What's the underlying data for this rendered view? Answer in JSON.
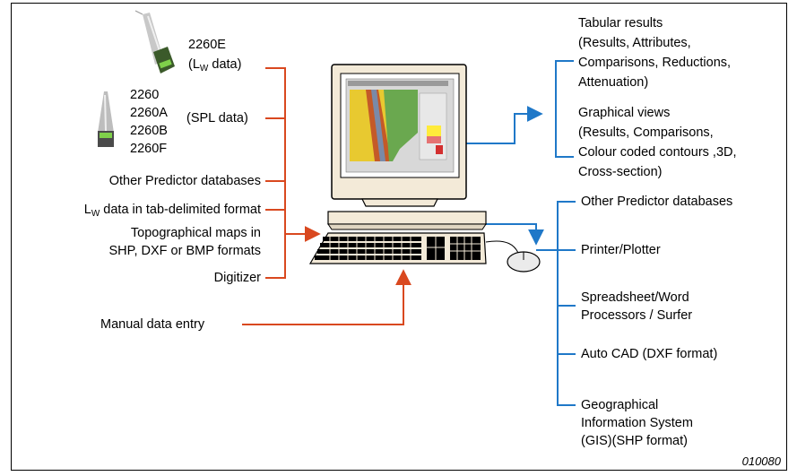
{
  "colors": {
    "input_line": "#d9481f",
    "output_line": "#1f78c8",
    "frame": "#000000"
  },
  "inputs": {
    "device_2260e": {
      "model": "2260E",
      "data_prefix": "(L",
      "data_sub": "W",
      "data_suffix": " data)"
    },
    "device_2260": {
      "models": [
        "2260",
        "2260A",
        "2260B",
        "2260F"
      ],
      "data": "(SPL data)"
    },
    "other_db": "Other Predictor databases",
    "lw_tab": {
      "prefix": "L",
      "sub": "W",
      "suffix": " data in tab-delimited format"
    },
    "topo": [
      "Topographical maps in",
      "SHP, DXF or BMP formats"
    ],
    "digitizer": "Digitizer",
    "manual": "Manual data entry"
  },
  "outputs": {
    "tabular": [
      "Tabular results",
      "(Results, Attributes,",
      "Comparisons, Reductions,",
      "Attenuation)"
    ],
    "graphical": [
      "Graphical views",
      "(Results, Comparisons,",
      "Colour coded contours ,3D,",
      "Cross-section)"
    ],
    "other_db": "Other Predictor databases",
    "printer": "Printer/Plotter",
    "spreadsheet": [
      "Spreadsheet/Word",
      "Processors / Surfer"
    ],
    "autocad": "Auto CAD (DXF format)",
    "gis": [
      "Geographical",
      "Information System",
      "(GIS)(SHP format)"
    ]
  },
  "icons": {
    "device_2260e": "sound-level-meter-icon",
    "device_2260": "sound-level-meter-icon",
    "computer": "desktop-computer-icon",
    "mouse": "mouse-icon"
  },
  "figure_ref": "010080"
}
